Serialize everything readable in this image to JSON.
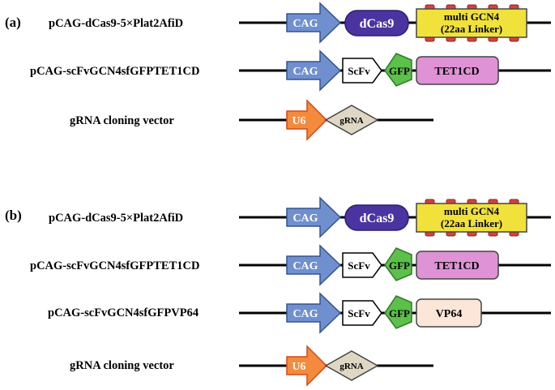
{
  "panels": [
    {
      "label": "(a)",
      "vectors": [
        {
          "name": "pCAG-dCas9-5×Plat2AfiD",
          "promoter": "CAG",
          "element": "dCas9",
          "tag_line1": "multi GCN4",
          "tag_line2": "(22aa Linker)"
        },
        {
          "name": "pCAG-scFvGCN4sfGFPTET1CD",
          "promoter": "CAG",
          "scfv": "ScFv",
          "gfp": "GFP",
          "effector": "TET1CD"
        },
        {
          "name": "gRNA cloning vector",
          "promoter": "U6",
          "element": "gRNA"
        }
      ]
    },
    {
      "label": "(b)",
      "vectors": [
        {
          "name": "pCAG-dCas9-5×Plat2AfiD",
          "promoter": "CAG",
          "element": "dCas9",
          "tag_line1": "multi GCN4",
          "tag_line2": "(22aa Linker)"
        },
        {
          "name": "pCAG-scFvGCN4sfGFPTET1CD",
          "promoter": "CAG",
          "scfv": "ScFv",
          "gfp": "GFP",
          "effector": "TET1CD"
        },
        {
          "name": "pCAG-scFvGCN4sfGFPVP64",
          "promoter": "CAG",
          "scfv": "ScFv",
          "gfp": "GFP",
          "effector": "VP64"
        },
        {
          "name": "gRNA cloning vector",
          "promoter": "U6",
          "element": "gRNA"
        }
      ]
    }
  ],
  "colors": {
    "cag": "#6f8fcf",
    "dcas9": "#4b34a0",
    "gcn4": "#f0e23a",
    "gcn4_knob": "#d8403c",
    "gfp": "#5cc04a",
    "tet1cd": "#df92d6",
    "vp64": "#fbe6d8",
    "u6": "#f38a3c",
    "grna": "#ddd7c4"
  }
}
